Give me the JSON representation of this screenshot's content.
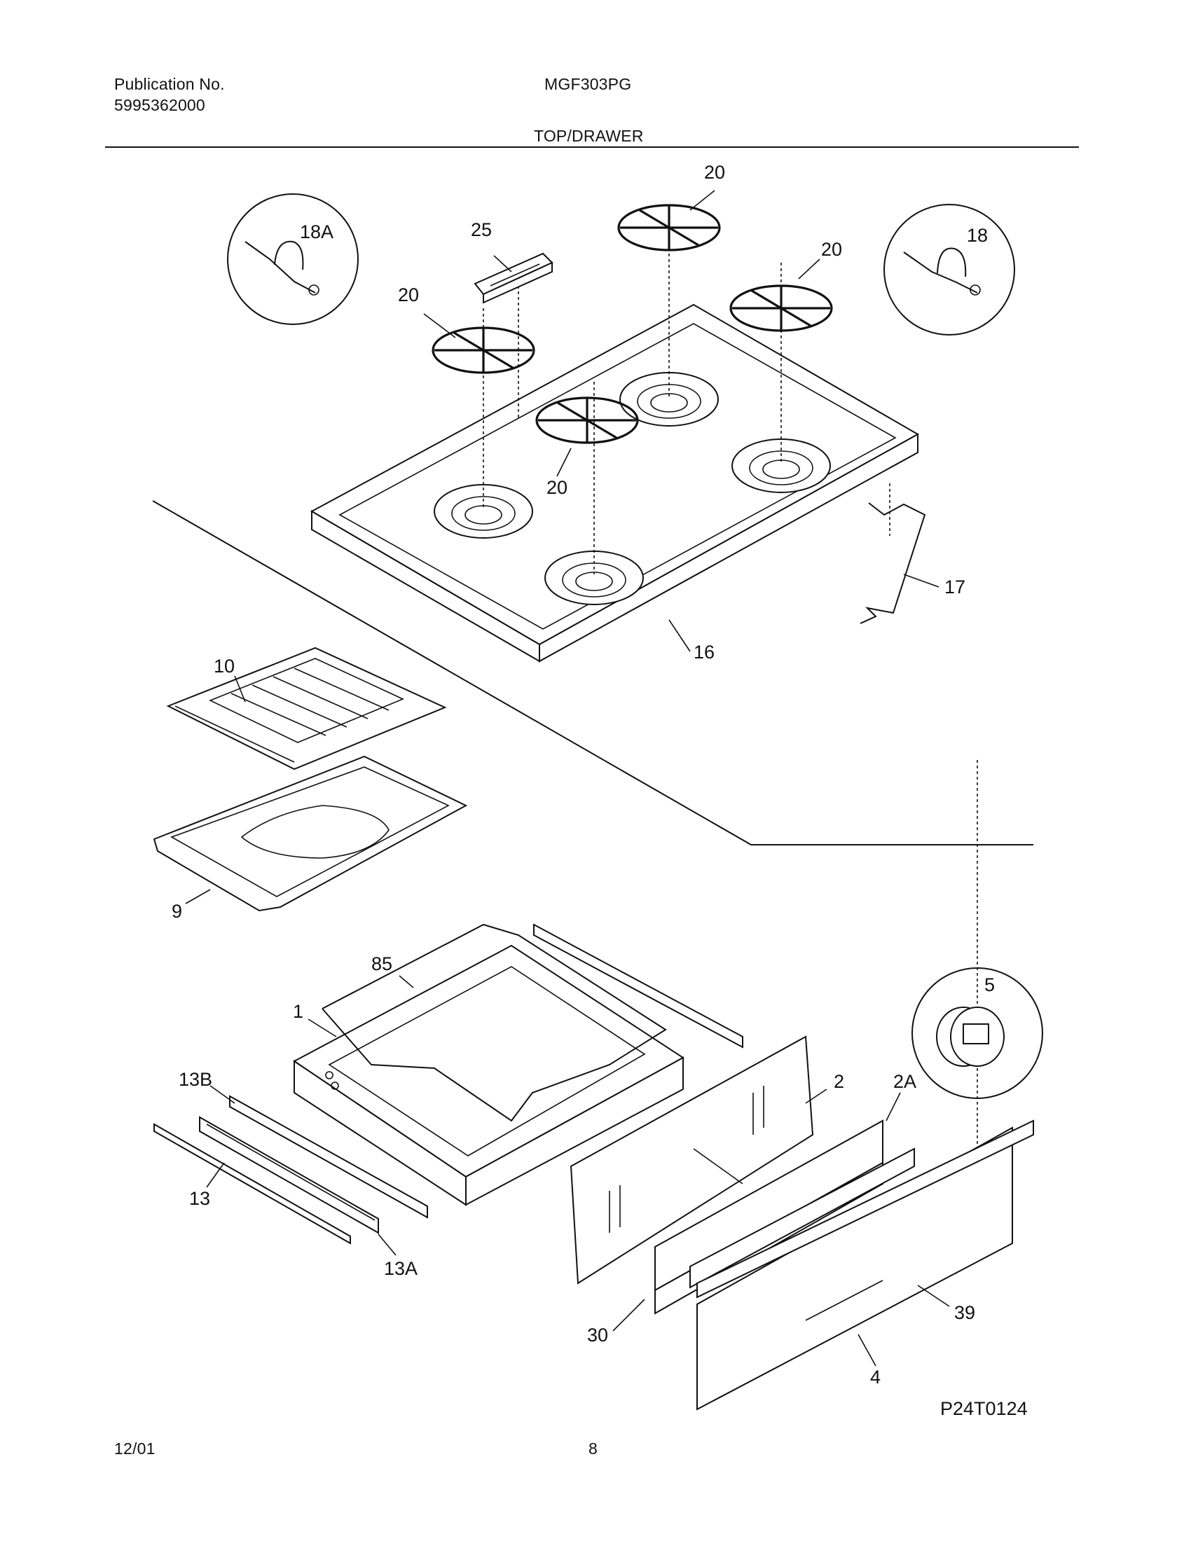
{
  "header": {
    "publication_label": "Publication No.",
    "publication_number": "5995362000",
    "model": "MGF303PG",
    "section_title": "TOP/DRAWER"
  },
  "callouts": [
    "20",
    "25",
    "18A",
    "18",
    "20",
    "20",
    "20",
    "17",
    "16",
    "10",
    "9",
    "85",
    "1",
    "13B",
    "13",
    "13A",
    "5",
    "2",
    "2A",
    "30",
    "39",
    "4"
  ],
  "drawing_code": "P24T0124",
  "footer": {
    "date": "12/01",
    "page": "8"
  }
}
